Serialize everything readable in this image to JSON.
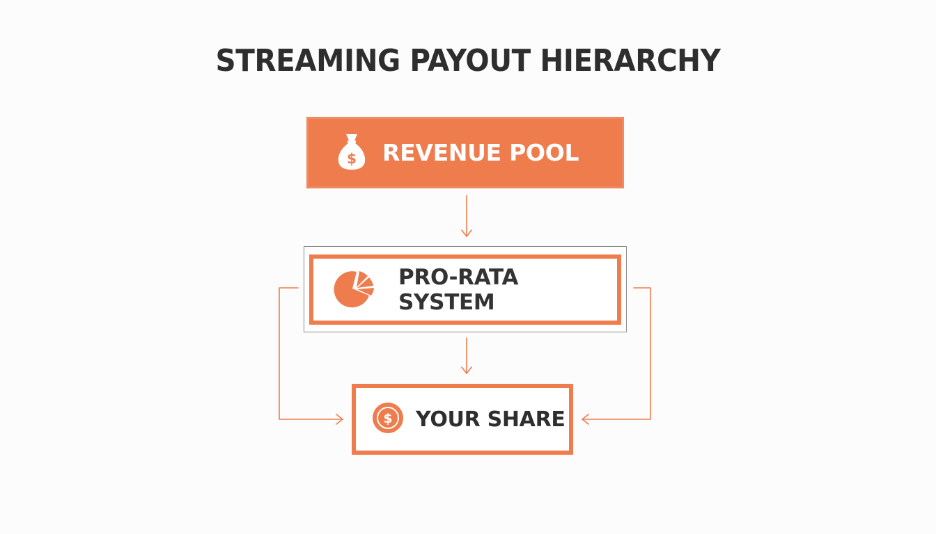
{
  "title": "STREAMING PAYOUT HIERARCHY",
  "nodes": {
    "revenue_pool": {
      "label": "REVENUE POOL",
      "icon": "money-bag-icon"
    },
    "pro_rata": {
      "label": "PRO-RATA SYSTEM",
      "icon": "pie-chart-icon"
    },
    "your_share": {
      "label": "YOUR SHARE",
      "icon": "dollar-coin-icon"
    }
  },
  "colors": {
    "accent": "#ee7c4d",
    "text": "#2e2e2e",
    "background": "#fcfcfc",
    "outer_frame": "#8a8a8a"
  }
}
